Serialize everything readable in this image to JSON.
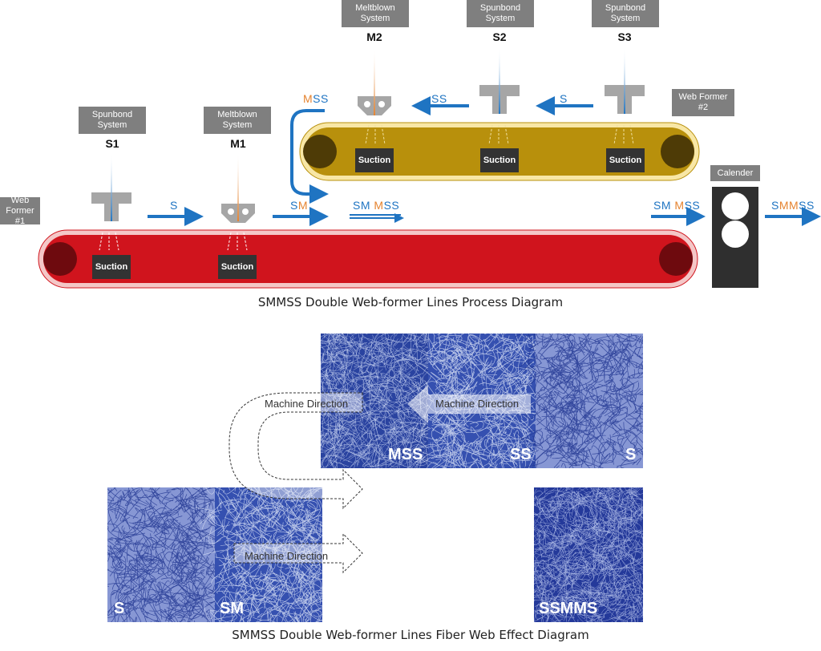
{
  "top": {
    "caption": "SMMSS Double Web-former Lines Process Diagram",
    "web_former_1": "Web Former\n#1",
    "web_former_2": "Web Former\n#2",
    "calender": "Calender",
    "suction": "Suction",
    "lower_stations": [
      {
        "system": "Spunbond\nSystem",
        "id": "S1"
      },
      {
        "system": "Meltblown\nSystem",
        "id": "M1"
      }
    ],
    "upper_stations": [
      {
        "system": "Meltblown\nSystem",
        "id": "M2"
      },
      {
        "system": "Spunbond\nSystem",
        "id": "S2"
      },
      {
        "system": "Spunbond\nSystem",
        "id": "S3"
      }
    ],
    "flow": {
      "s": "S",
      "sm_s": "S",
      "sm_m": "M",
      "mss_m": "M",
      "mss_ss": "SS",
      "ss": "SS",
      "s_upper": "S",
      "smmss1_sm": "SM",
      "smmss1_m": "M",
      "smmss1_ss": "SS",
      "smmss2_sm": "SM",
      "smmss2_m": "M",
      "smmss2_ss": "SS",
      "final_s": "S",
      "final_mm": "MM",
      "final_ss": "SS"
    }
  },
  "bottom": {
    "caption": "SMMSS Double Web-former Lines Fiber Web Effect Diagram",
    "machine_direction": "Machine Direction",
    "top_panels": [
      "MSS",
      "SS",
      "S"
    ],
    "bottom_panels": [
      "S",
      "SM"
    ],
    "result_panel": "SSMMS"
  },
  "colors": {
    "conveyor1": "#d0141d",
    "conveyor2": "#b8900c",
    "arrow_blue": "#1f74c2",
    "meltblown_orange": "#e5832f",
    "fiber_blue": "#2a43a0"
  }
}
